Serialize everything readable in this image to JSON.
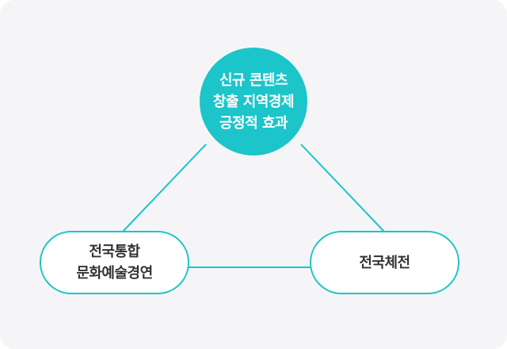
{
  "colors": {
    "accent": "#1bc5c9",
    "background": "#f5f5f7",
    "text": "#333333"
  },
  "center_node": {
    "lines": [
      "신규 콘텐츠",
      "창출 지역경제",
      "긍정적 효과"
    ]
  },
  "left_node": {
    "lines": [
      "전국통합",
      "문화예술경연"
    ]
  },
  "right_node": {
    "lines": [
      "전국체전"
    ]
  }
}
